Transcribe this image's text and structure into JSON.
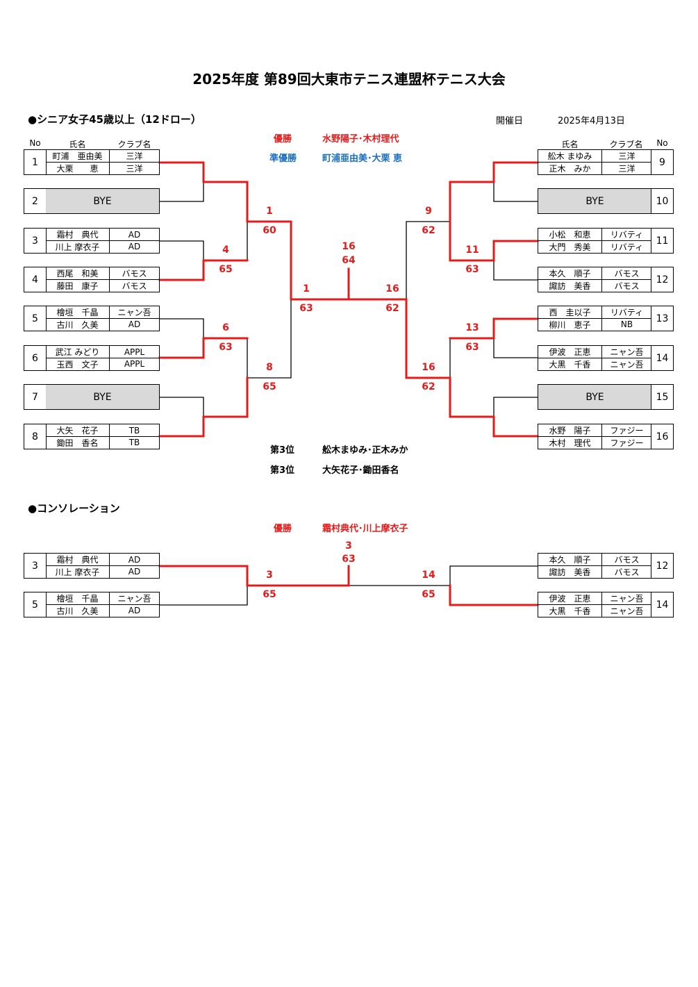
{
  "title": "2025年度 第89回大東市テニス連盟杯テニス大会",
  "main": {
    "heading": "●シニア女子45歳以上（12ドロー）",
    "date_label": "開催日",
    "date_value": "2025年4月13日",
    "col_no": "No",
    "col_name": "氏名",
    "col_club": "クラブ名",
    "winner_label": "優勝",
    "winner_names": "水野陽子･木村理代",
    "runner_label": "準優勝",
    "runner_names": "町浦亜由美･大栗 恵",
    "third1_label": "第3位",
    "third1_names": "舩木まゆみ･正木みか",
    "third2_label": "第3位",
    "third2_names": "大矢花子･鋤田香名",
    "bye": "BYE",
    "entries": [
      {
        "no": "1",
        "p1": "町浦　亜由美",
        "c1": "三洋",
        "p2": "大栗　　恵",
        "c2": "三洋"
      },
      {
        "no": "2"
      },
      {
        "no": "3",
        "p1": "霜村　典代",
        "c1": "AD",
        "p2": "川上 摩衣子",
        "c2": "AD"
      },
      {
        "no": "4",
        "p1": "西尾　和美",
        "c1": "バモス",
        "p2": "藤田　康子",
        "c2": "バモス"
      },
      {
        "no": "5",
        "p1": "檜垣　千晶",
        "c1": "ニャン吾",
        "p2": "古川　久美",
        "c2": "AD"
      },
      {
        "no": "6",
        "p1": "武江 みどり",
        "c1": "APPL",
        "p2": "玉西　文子",
        "c2": "APPL"
      },
      {
        "no": "7"
      },
      {
        "no": "8",
        "p1": "大矢　花子",
        "c1": "TB",
        "p2": "鋤田　香名",
        "c2": "TB"
      },
      {
        "no": "9",
        "p1": "舩木 まゆみ",
        "c1": "三洋",
        "p2": "正木　みか",
        "c2": "三洋"
      },
      {
        "no": "10"
      },
      {
        "no": "11",
        "p1": "小松　和恵",
        "c1": "リバティ",
        "p2": "大門　秀美",
        "c2": "リバティ"
      },
      {
        "no": "12",
        "p1": "本久　順子",
        "c1": "バモス",
        "p2": "諏訪　美香",
        "c2": "バモス"
      },
      {
        "no": "13",
        "p1": "西　圭以子",
        "c1": "リバティ",
        "p2": "柳川　恵子",
        "c2": "NB"
      },
      {
        "no": "14",
        "p1": "伊波　正恵",
        "c1": "ニャン吾",
        "p2": "大黒　千香",
        "c2": "ニャン吾"
      },
      {
        "no": "15"
      },
      {
        "no": "16",
        "p1": "水野　陽子",
        "c1": "ファジー",
        "p2": "木村　理代",
        "c2": "ファジー"
      }
    ],
    "labels": {
      "r1_left_a_w": "1",
      "r1_left_a_s": "60",
      "r1_4_w": "4",
      "r1_4_s": "65",
      "r1_6_w": "6",
      "r1_6_s": "63",
      "r1_8_w": "8",
      "r1_8_s": "65",
      "sf_left_w": "1",
      "sf_left_s": "63",
      "final_w": "16",
      "final_s": "64",
      "sf_right_w": "16",
      "sf_right_s": "62",
      "r1_9_w": "9",
      "r1_9_s": "62",
      "r1_11_w": "11",
      "r1_11_s": "63",
      "r1_13_w": "13",
      "r1_13_s": "63",
      "r1_16_w": "16",
      "r1_16_s": "62"
    }
  },
  "consolation": {
    "heading": "●コンソレーション",
    "winner_label": "優勝",
    "winner_names": "霜村典代･川上摩衣子",
    "entries": [
      {
        "no": "3",
        "p1": "霜村　典代",
        "c1": "AD",
        "p2": "川上 摩衣子",
        "c2": "AD"
      },
      {
        "no": "5",
        "p1": "檜垣　千晶",
        "c1": "ニャン吾",
        "p2": "古川　久美",
        "c2": "AD"
      },
      {
        "no": "12",
        "p1": "本久　順子",
        "c1": "バモス",
        "p2": "諏訪　美香",
        "c2": "バモス"
      },
      {
        "no": "14",
        "p1": "伊波　正恵",
        "c1": "ニャン吾",
        "p2": "大黒　千香",
        "c2": "ニャン吾"
      }
    ],
    "labels": {
      "left_w": "3",
      "left_s": "65",
      "final_w": "3",
      "final_s": "63",
      "right_w": "14",
      "right_s": "65"
    }
  },
  "colors": {
    "win_line": "#e31b1b",
    "runner_text": "#1a6fc0",
    "bye_fill": "#d9d9d9"
  }
}
